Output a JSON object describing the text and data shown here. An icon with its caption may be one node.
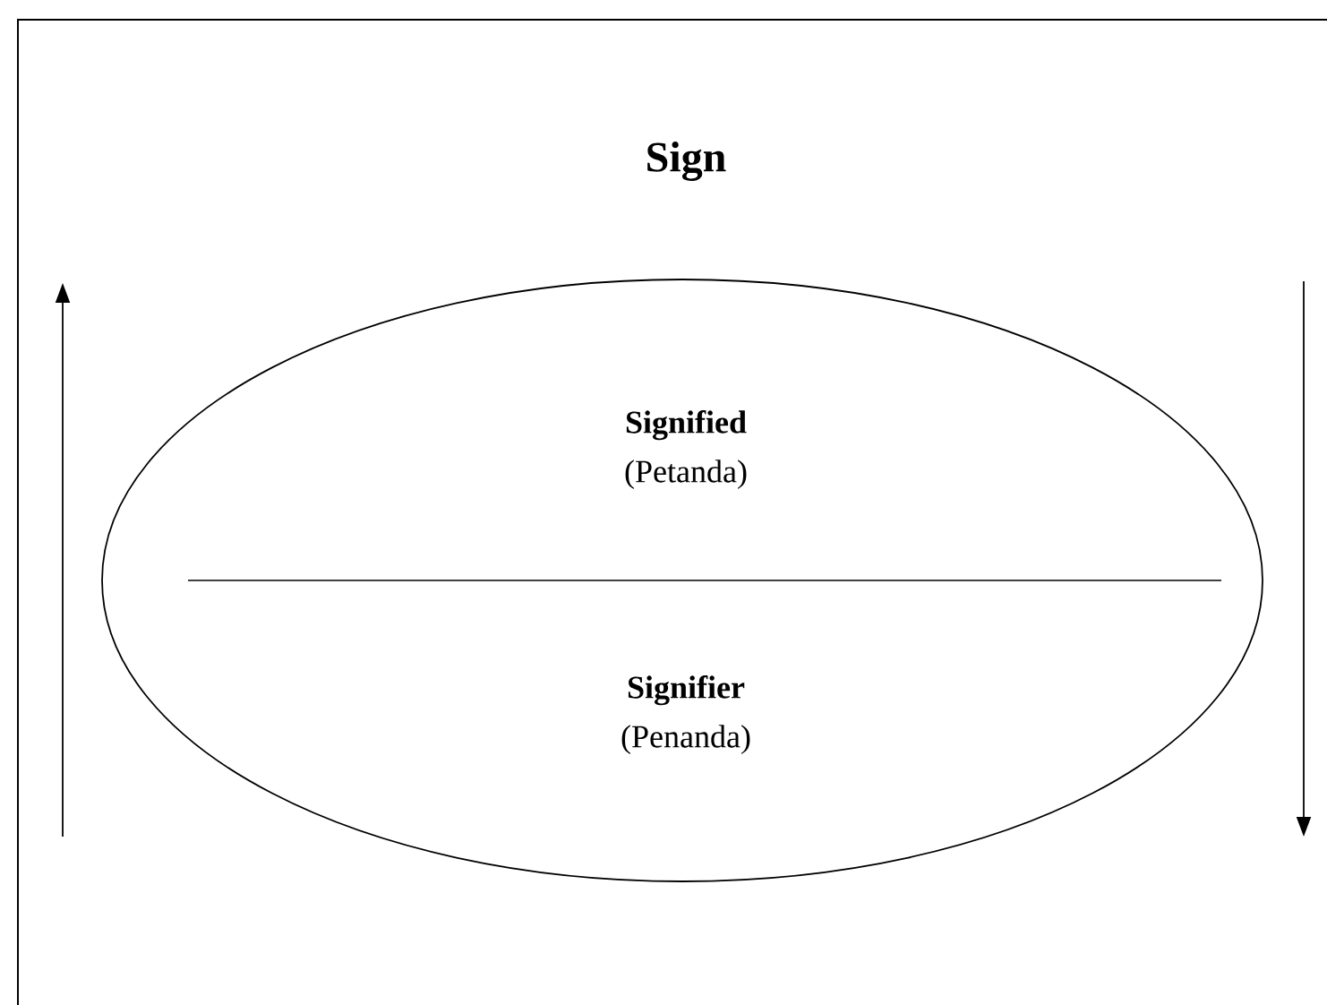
{
  "diagram": {
    "nodes": [
      {
        "text": [
          "Sign"
        ]
      },
      {
        "text": [],
        "shape": "ellipse",
        "in": 0
      },
      {
        "text": [
          "Signified",
          "(Petanda)"
        ],
        "in": 1
      },
      {
        "text": [
          "Signifier",
          "(Penanda)"
        ],
        "in": 1
      }
    ]
  }
}
